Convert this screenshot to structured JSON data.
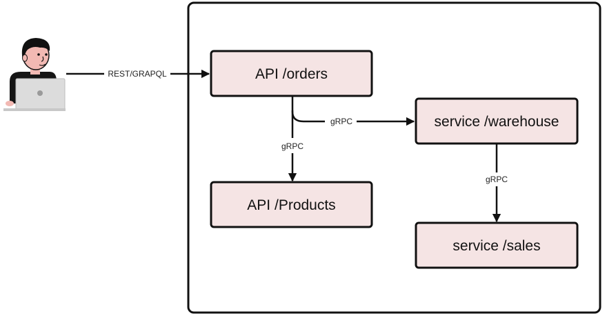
{
  "diagram": {
    "nodes": {
      "orders": "API /orders",
      "warehouse": "service /warehouse",
      "products": "API /Products",
      "sales": "service /sales"
    },
    "edges": {
      "client_to_orders": "REST/GRAPQL",
      "orders_to_warehouse": "gRPC",
      "orders_to_products": "gRPC",
      "warehouse_to_sales": "gRPC"
    },
    "icons": {
      "client": "person-with-laptop-icon"
    },
    "colors": {
      "node_fill": "#f5e4e4",
      "stroke": "#111111",
      "skin": "#f2b9b3"
    }
  }
}
